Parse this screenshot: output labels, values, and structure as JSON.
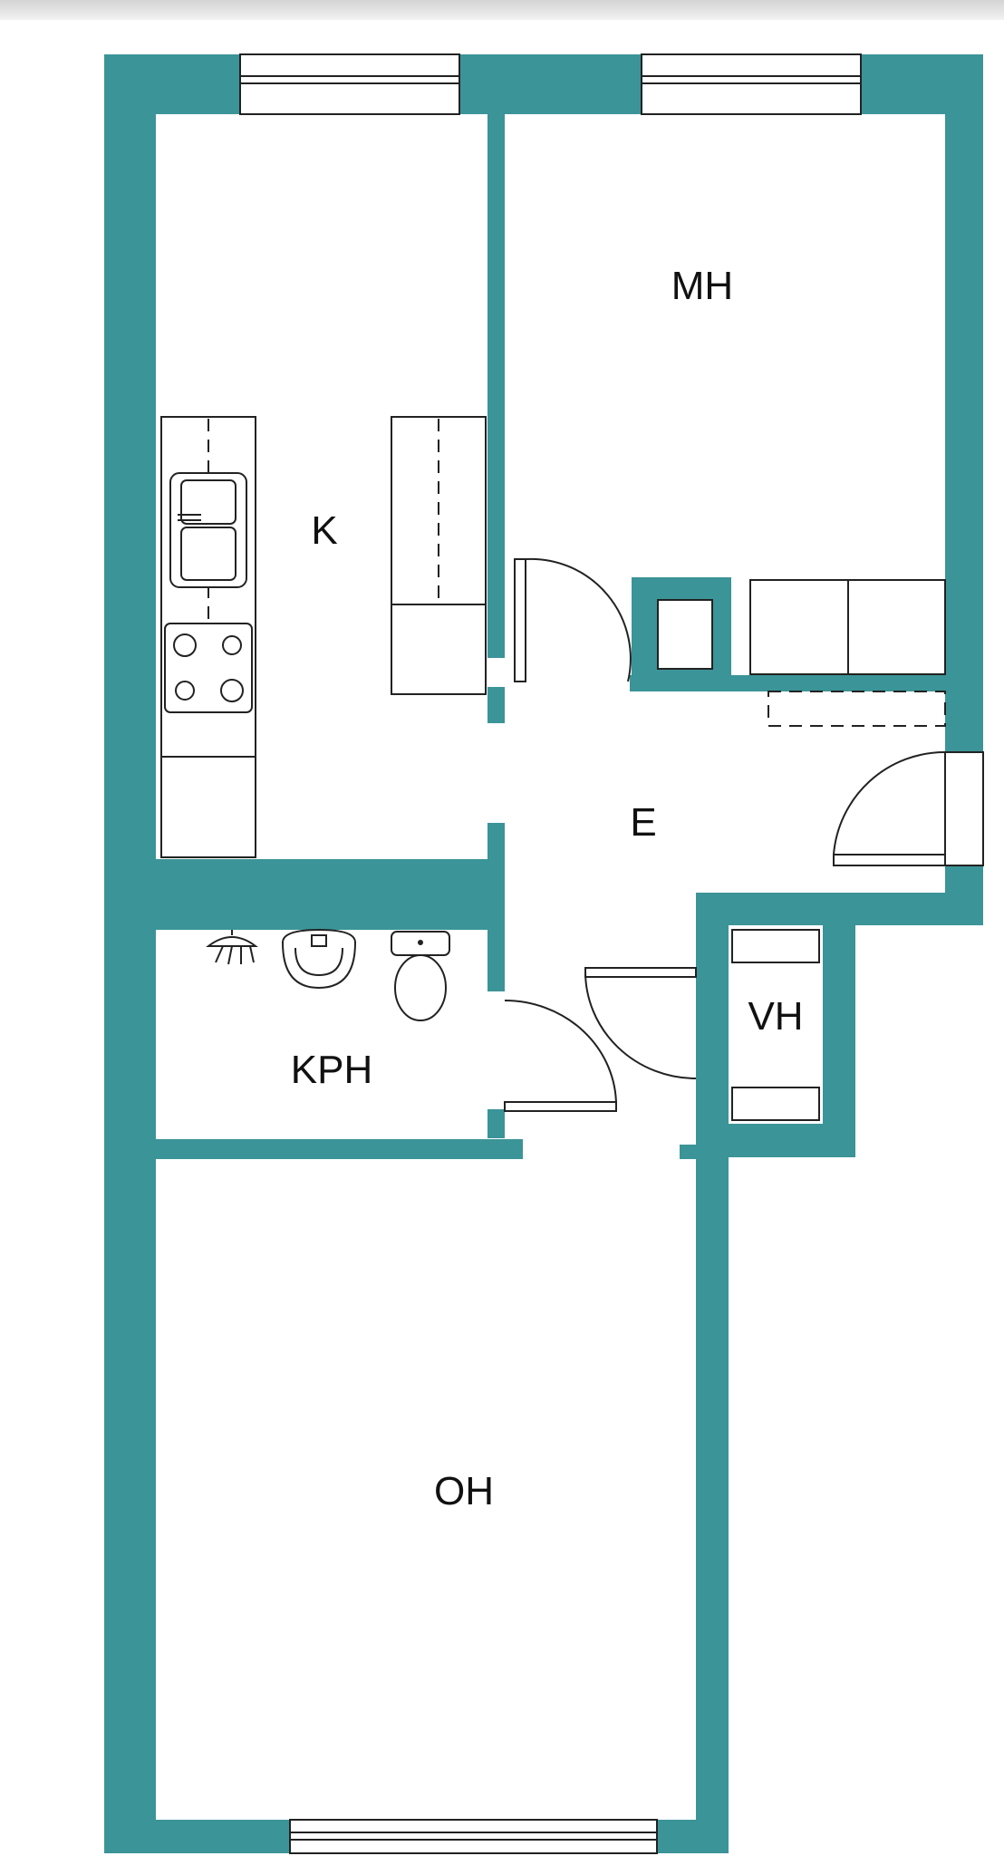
{
  "floorplan": {
    "wall_color": "#3b9498",
    "rooms": {
      "mh": "MH",
      "k": "K",
      "e": "E",
      "kph": "KPH",
      "vh": "VH",
      "oh": "OH"
    }
  }
}
